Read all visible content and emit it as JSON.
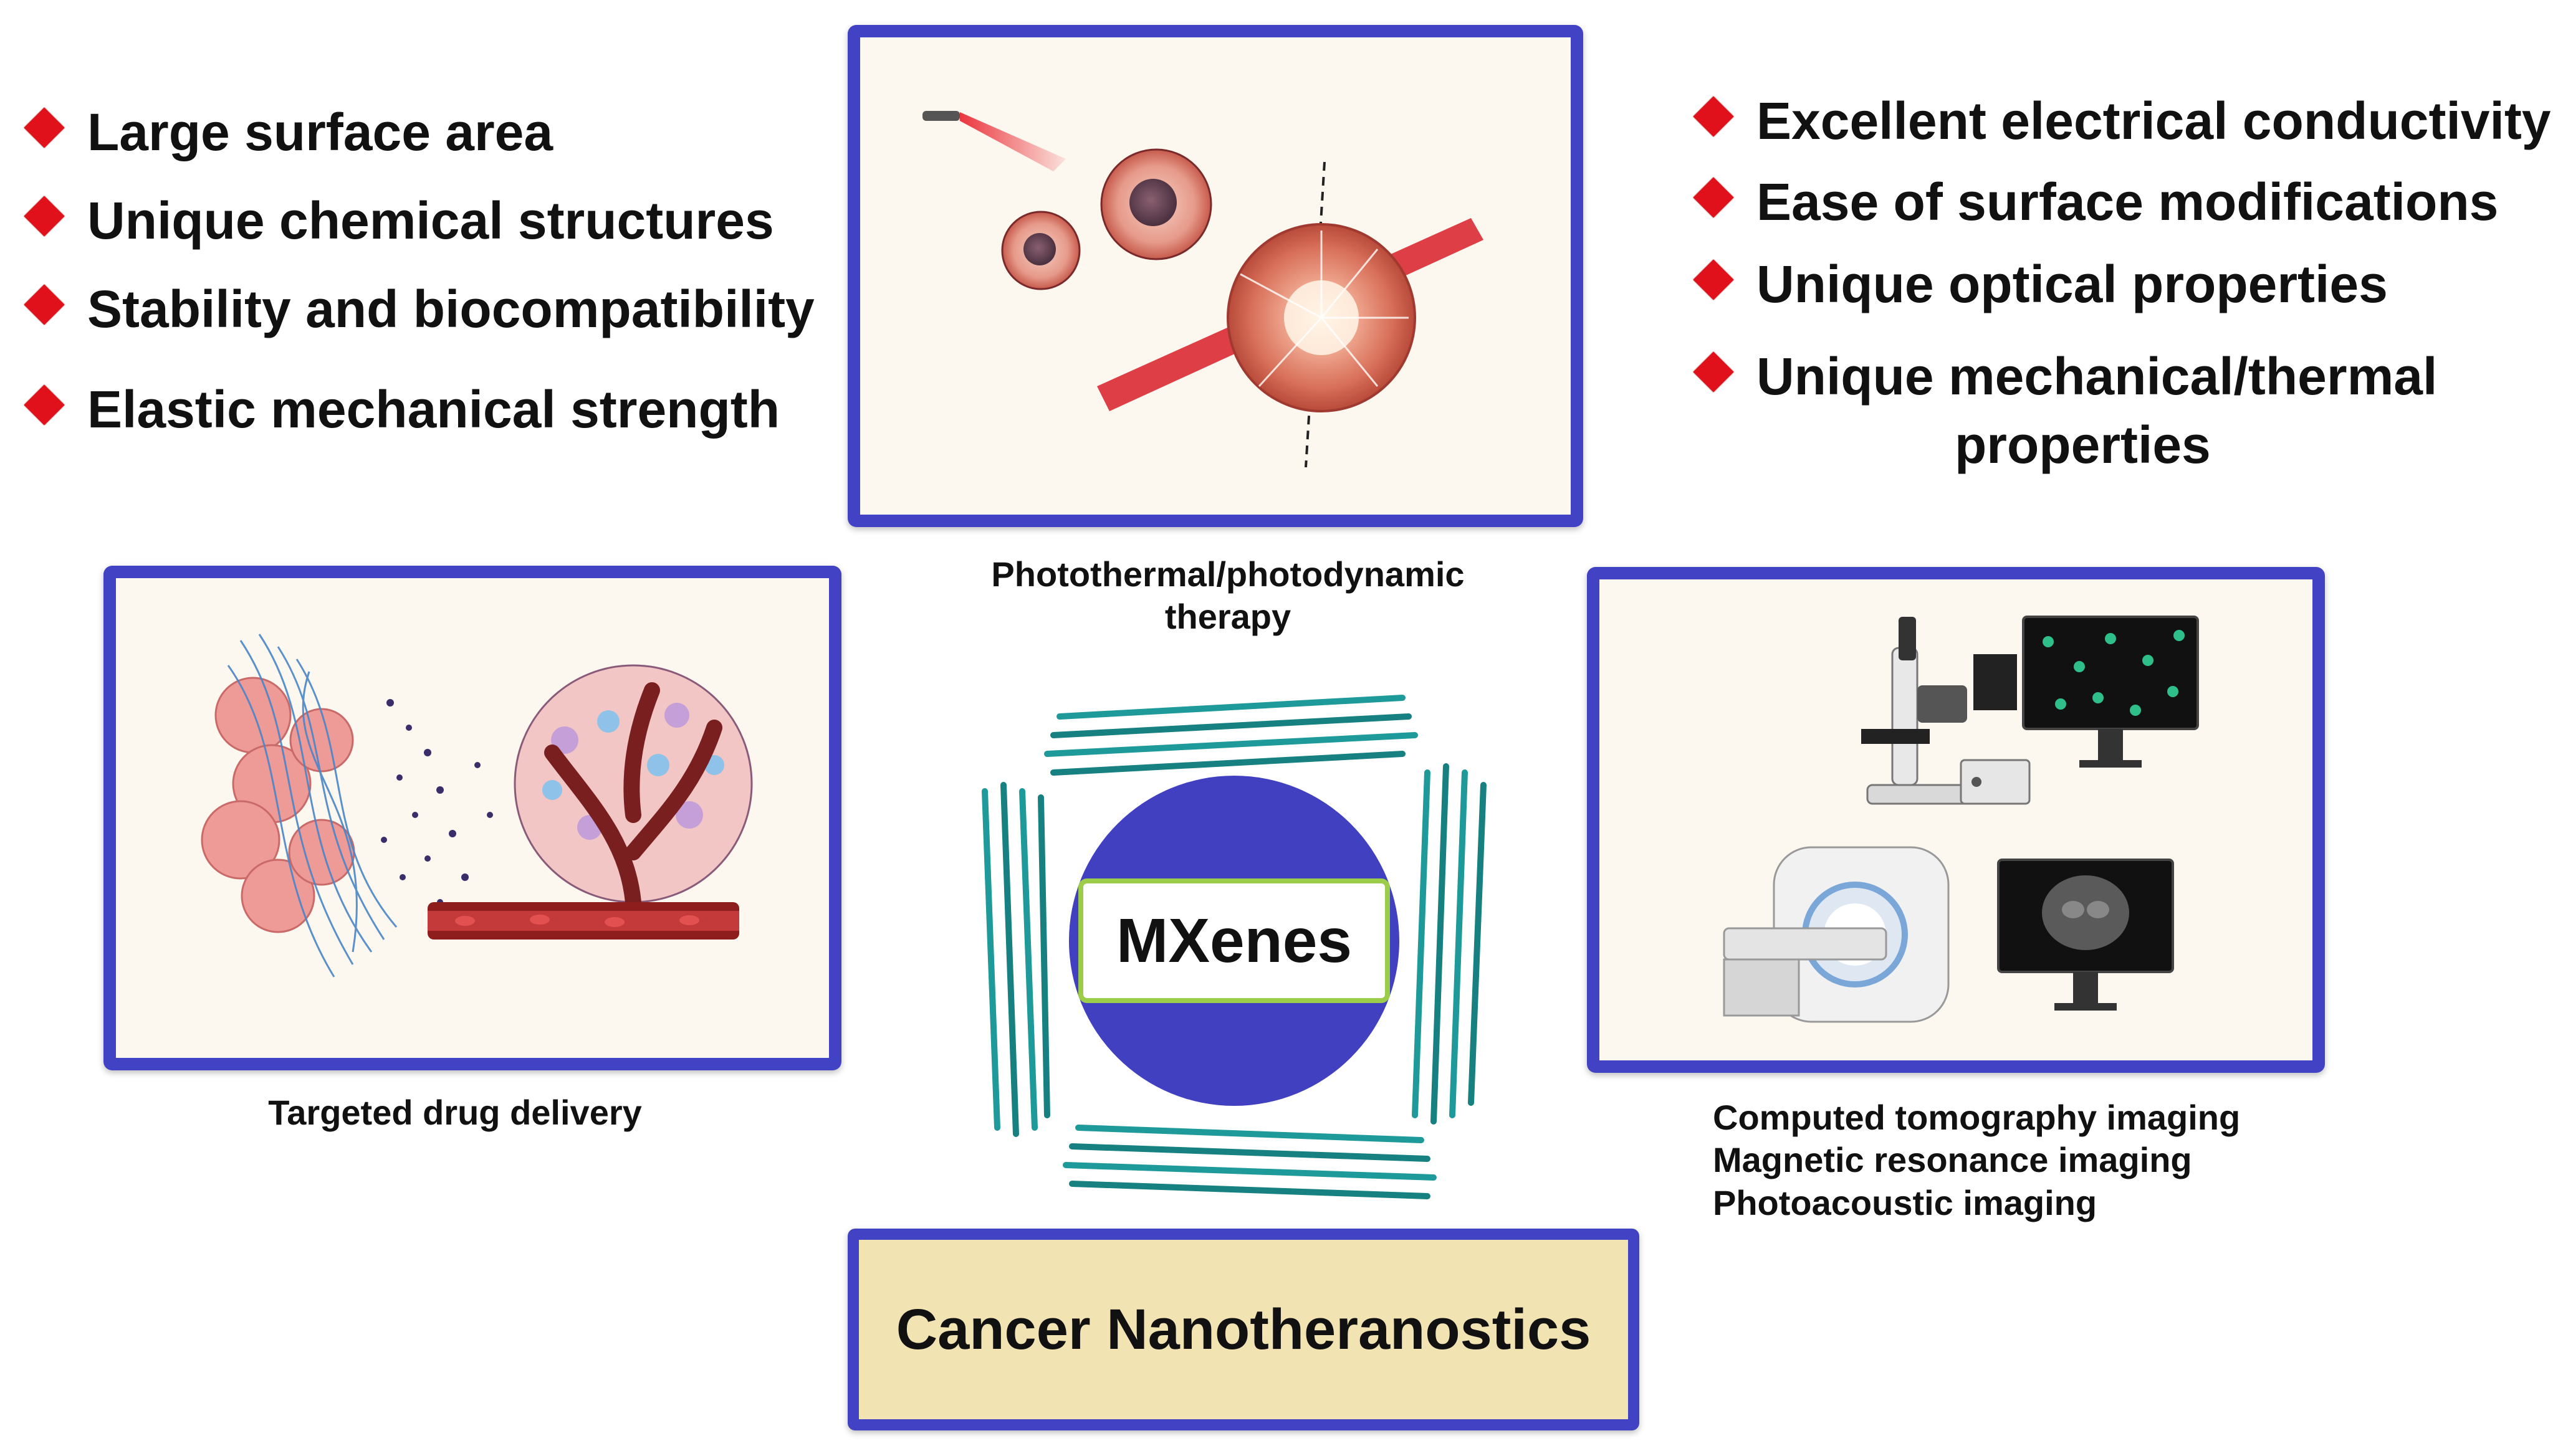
{
  "properties_left": [
    "Large surface area",
    "Unique chemical structures",
    "Stability and biocompatibility",
    "Elastic mechanical strength"
  ],
  "properties_right": [
    "Excellent electrical conductivity",
    "Ease of surface modifications",
    "Unique optical properties",
    "Unique mechanical/thermal",
    "properties"
  ],
  "center": {
    "label": "MXenes"
  },
  "applications": {
    "phototherapy": {
      "caption_line1": "Photothermal/photodynamic",
      "caption_line2": "therapy"
    },
    "drug_delivery": {
      "caption": "Targeted drug delivery"
    },
    "imaging": {
      "line1": "Computed tomography imaging",
      "line2": "Magnetic resonance imaging",
      "line3": "Photoacoustic imaging"
    }
  },
  "title": "Cancer Nanotheranostics",
  "colors": {
    "panel_border": "#4242c4",
    "bullet": "#e0111b",
    "mxene_circle": "#4040c0",
    "mxene_label_border": "#9ccd4a",
    "title_fill": "#f2e3b3",
    "crystal": "#1f9a9a"
  }
}
